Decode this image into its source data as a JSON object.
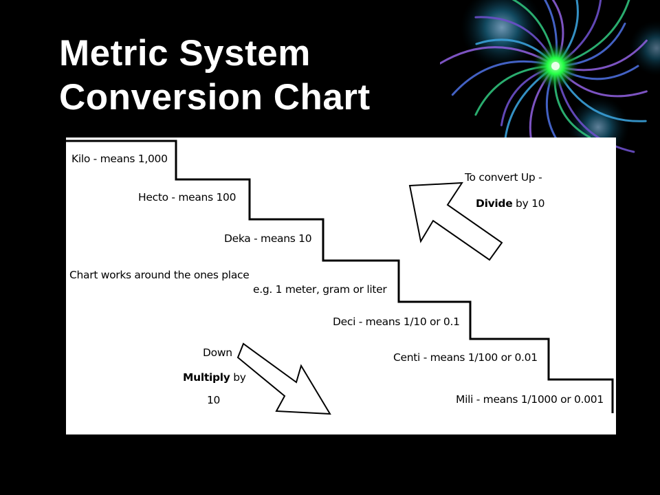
{
  "slide": {
    "title_line1": "Metric System",
    "title_line2": "Conversion Chart"
  },
  "colors": {
    "background": "#000000",
    "title": "#ffffff",
    "panel": "#ffffff",
    "ink": "#000000",
    "accent_green": "#22ff44",
    "accent_blue": "#4a6bd8",
    "accent_purple": "#8a5cd6"
  },
  "steps": [
    {
      "prefix": "Kilo",
      "text": "Kilo - means 1,000"
    },
    {
      "prefix": "Hecto",
      "text": "Hecto - means 100"
    },
    {
      "prefix": "Deka",
      "text": "Deka - means 10"
    },
    {
      "prefix": "Deci",
      "text": "Deci - means 1/10 or 0.1"
    },
    {
      "prefix": "Centi",
      "text": "Centi - means 1/100 or 0.01"
    },
    {
      "prefix": "Mili",
      "text": "Mili - means 1/1000 or 0.001"
    }
  ],
  "base_note": {
    "line1": "Chart works around the ones place",
    "line2": "e.g. 1 meter, gram or liter"
  },
  "up_note": {
    "line1": "To convert Up -",
    "bold": "Divide",
    "rest": " by 10"
  },
  "down_note": {
    "line1": "Down",
    "bold": "Multiply",
    "rest": " by",
    "line3": "10"
  },
  "icons": {
    "decoration": "fireworks-decoration-icon",
    "up_arrow": "arrow-up-left-icon",
    "down_arrow": "arrow-down-right-icon"
  }
}
